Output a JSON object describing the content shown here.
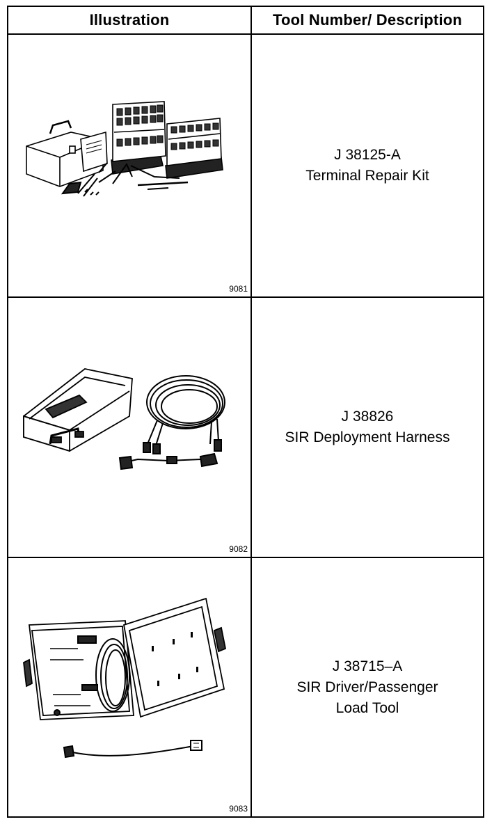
{
  "table": {
    "headers": {
      "illustration": "Illustration",
      "description": "Tool Number/ Description"
    },
    "rows": [
      {
        "figure_number": "9081",
        "tool_number": "J 38125-A",
        "description_lines": [
          "Terminal Repair Kit"
        ]
      },
      {
        "figure_number": "9082",
        "tool_number": "J 38826",
        "description_lines": [
          "SIR Deployment Harness"
        ]
      },
      {
        "figure_number": "9083",
        "tool_number": "J 38715–A",
        "description_lines": [
          "SIR Driver/Passenger",
          "Load Tool"
        ]
      }
    ]
  }
}
